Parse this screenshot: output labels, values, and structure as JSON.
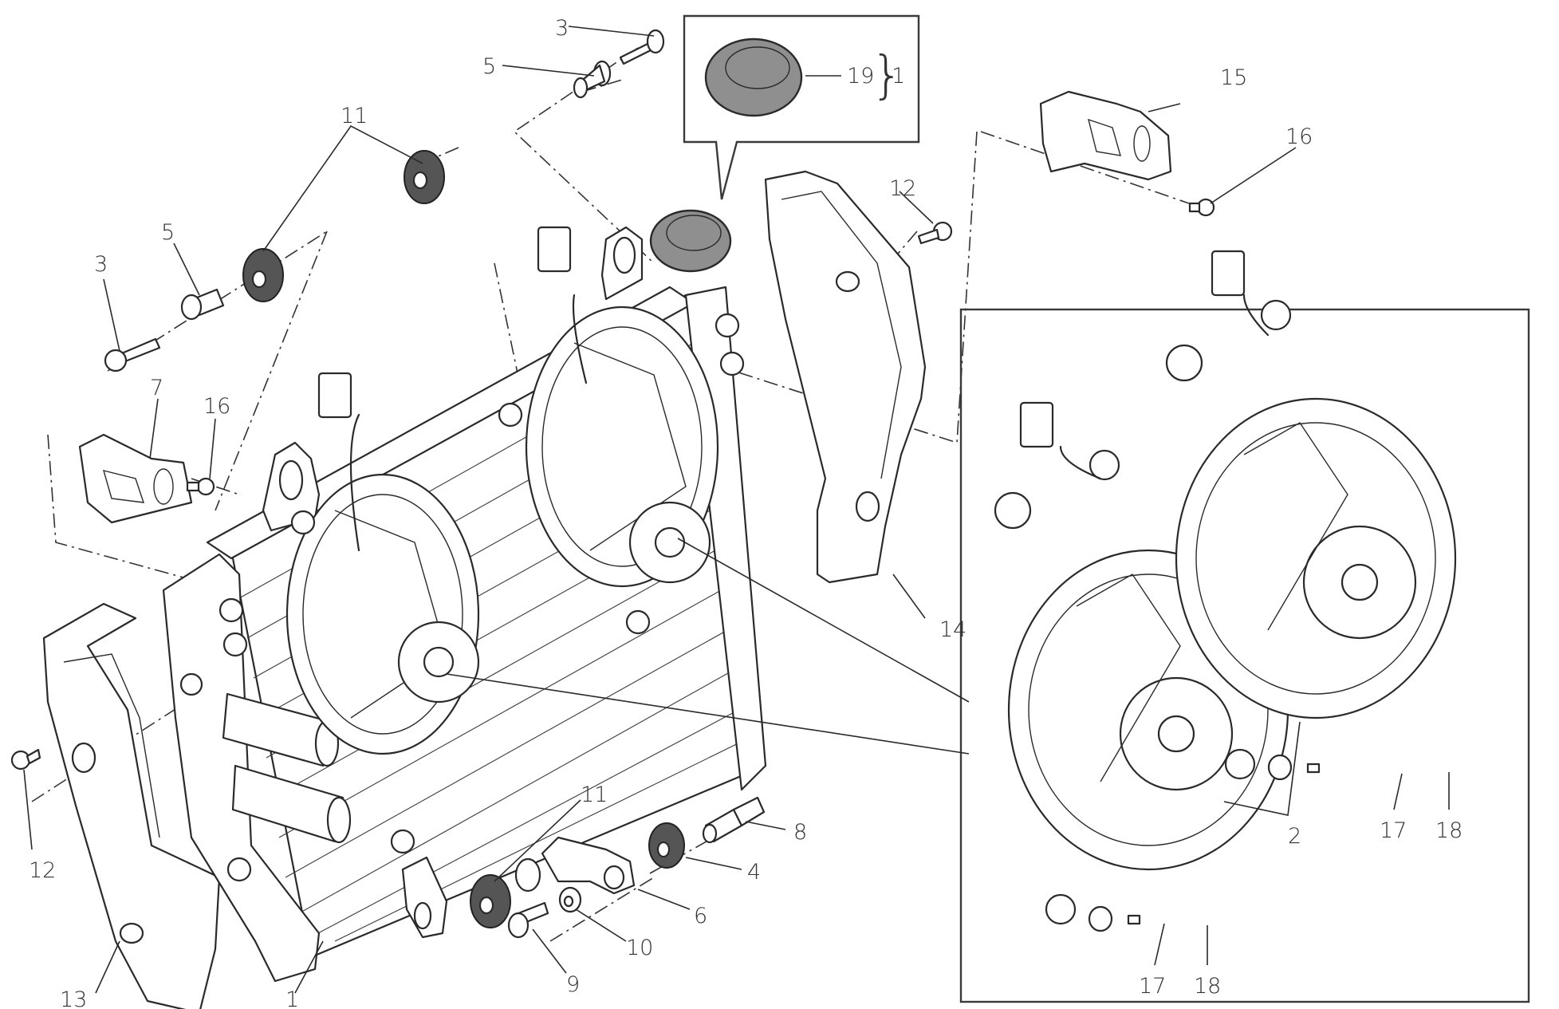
{
  "diagram": {
    "title": "Radiator and cooling fans exploded parts view",
    "callouts": {
      "c1_main": "1",
      "c1_group": "1",
      "c2": "2",
      "c3_top": "3",
      "c3_left": "3",
      "c4": "4",
      "c5_top": "5",
      "c5_left": "5",
      "c6": "6",
      "c7": "7",
      "c8": "8",
      "c9": "9",
      "c10": "10",
      "c11_top": "11",
      "c11_bottom": "11",
      "c12_left": "12",
      "c12_right": "12",
      "c13": "13",
      "c14": "14",
      "c15": "15",
      "c16_left": "16",
      "c16_right": "16",
      "c17_a": "17",
      "c17_b": "17",
      "c18_a": "18",
      "c18_b": "18",
      "c19": "19"
    },
    "group_brace": "}",
    "parts": [
      {
        "ref": "1",
        "name": "radiator"
      },
      {
        "ref": "2",
        "name": "cooling-fan"
      },
      {
        "ref": "3",
        "name": "screw"
      },
      {
        "ref": "4",
        "name": "rubber-grommet"
      },
      {
        "ref": "5",
        "name": "spacer-bushing"
      },
      {
        "ref": "6",
        "name": "bracket"
      },
      {
        "ref": "7",
        "name": "plate-bracket"
      },
      {
        "ref": "8",
        "name": "pin"
      },
      {
        "ref": "9",
        "name": "screw"
      },
      {
        "ref": "10",
        "name": "washer"
      },
      {
        "ref": "11",
        "name": "rubber-mount"
      },
      {
        "ref": "12",
        "name": "screw"
      },
      {
        "ref": "13",
        "name": "left-cover"
      },
      {
        "ref": "14",
        "name": "right-cover"
      },
      {
        "ref": "15",
        "name": "plate-bracket"
      },
      {
        "ref": "16",
        "name": "screw"
      },
      {
        "ref": "17",
        "name": "spacer"
      },
      {
        "ref": "18",
        "name": "screw"
      },
      {
        "ref": "19",
        "name": "filler-cap"
      }
    ],
    "colors": {
      "line": "#2a2a2a",
      "cap_fill": "#8f8f8f",
      "background": "#ffffff"
    }
  }
}
